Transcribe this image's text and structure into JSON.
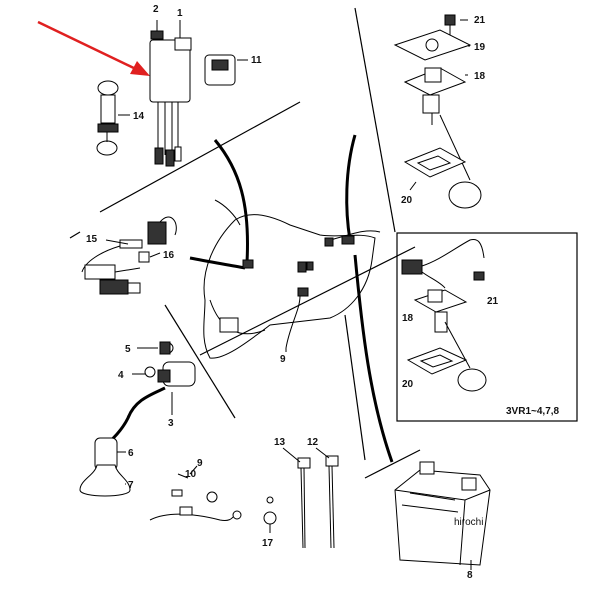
{
  "callouts": [
    {
      "id": "p1",
      "label": "1"
    },
    {
      "id": "p2",
      "label": "2"
    },
    {
      "id": "p3",
      "label": "3"
    },
    {
      "id": "p4",
      "label": "4"
    },
    {
      "id": "p5",
      "label": "5"
    },
    {
      "id": "p6",
      "label": "6"
    },
    {
      "id": "p7",
      "label": "7"
    },
    {
      "id": "p8",
      "label": "8"
    },
    {
      "id": "p9a",
      "label": "9"
    },
    {
      "id": "p9b",
      "label": "9"
    },
    {
      "id": "p10",
      "label": "10"
    },
    {
      "id": "p11",
      "label": "11"
    },
    {
      "id": "p12",
      "label": "12"
    },
    {
      "id": "p13",
      "label": "13"
    },
    {
      "id": "p14",
      "label": "14"
    },
    {
      "id": "p15",
      "label": "15"
    },
    {
      "id": "p16",
      "label": "16"
    },
    {
      "id": "p17",
      "label": "17"
    },
    {
      "id": "p18a",
      "label": "18"
    },
    {
      "id": "p18b",
      "label": "18"
    },
    {
      "id": "p19",
      "label": "19"
    },
    {
      "id": "p20a",
      "label": "20"
    },
    {
      "id": "p20b",
      "label": "20"
    },
    {
      "id": "p21a",
      "label": "21"
    },
    {
      "id": "p21b",
      "label": "21"
    }
  ],
  "inset_label": "3VR1~4,7,8",
  "watermark": "hirochi",
  "colors": {
    "arrow": "#e02020",
    "line": "#000000"
  }
}
